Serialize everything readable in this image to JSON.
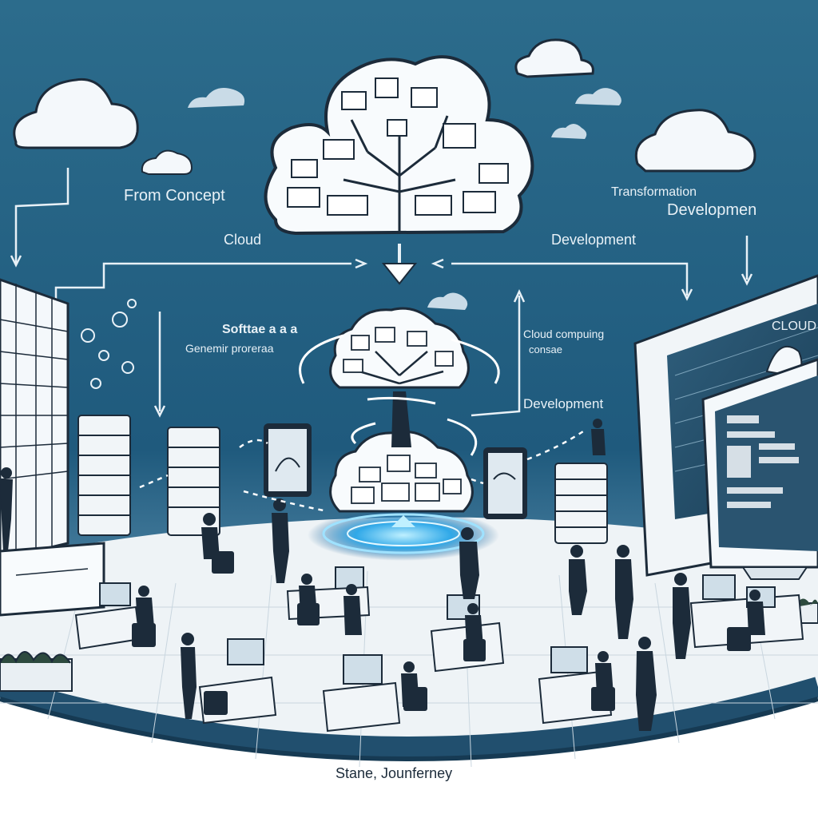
{
  "labels": {
    "from_concept": "From Concept",
    "cloud": "Cloud",
    "transformation": "Transformation",
    "developmen": "Developmen",
    "development_top": "Development",
    "software": "Softtae a a a",
    "generator": "Genemir proreraa",
    "cloud_computing": "Cloud compuing",
    "console": "consae",
    "development_mid": "Development",
    "journey": "Stane, Jounferney",
    "monitor_cloud": "CLOUD"
  },
  "colors": {
    "sky_top": "#2c6c8c",
    "sky_bottom": "#d9e8f1",
    "floor": "#f4f7f9",
    "ring": "#214f6e",
    "glow": "#2fa8e8",
    "ink": "#1c2b3a"
  },
  "icons": [
    "cloud-icon",
    "tree-icon",
    "server-stack-icon",
    "monitor-icon",
    "tablet-icon",
    "laptop-icon",
    "person-icon",
    "arrow-icon"
  ]
}
